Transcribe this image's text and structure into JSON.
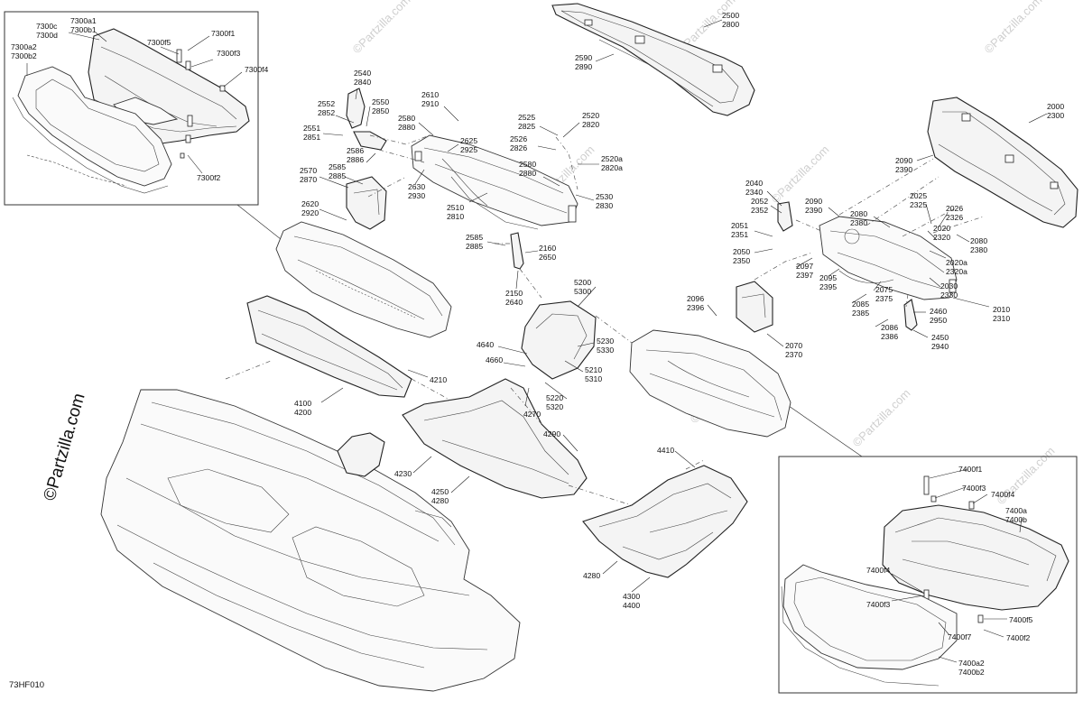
{
  "diagram_code": "73HF010",
  "watermark": "©Partzilla.com",
  "callouts": {
    "c7300c": [
      "7300c",
      "7300d"
    ],
    "c7300a1": [
      "7300a1",
      "7300b1"
    ],
    "c7300a2": [
      "7300a2",
      "7300b2"
    ],
    "c7300f5": [
      "7300f5"
    ],
    "c7300f1": [
      "7300f1"
    ],
    "c7300f3": [
      "7300f3"
    ],
    "c7300f4": [
      "7300f4"
    ],
    "c7300f2": [
      "7300f2"
    ],
    "c2540": [
      "2540",
      "2840"
    ],
    "c2552": [
      "2552",
      "2852"
    ],
    "c2550": [
      "2550",
      "2850"
    ],
    "c2551": [
      "2551",
      "2851"
    ],
    "c2586": [
      "2586",
      "2886"
    ],
    "c2585a": [
      "2585",
      "2885"
    ],
    "c2570": [
      "2570",
      "2870"
    ],
    "c2620": [
      "2620",
      "2920"
    ],
    "c2610": [
      "2610",
      "2910"
    ],
    "c2580a": [
      "2580",
      "2880"
    ],
    "c2625": [
      "2625",
      "2925"
    ],
    "c2630": [
      "2630",
      "2930"
    ],
    "c2510": [
      "2510",
      "2810"
    ],
    "c2525": [
      "2525",
      "2825"
    ],
    "c2520": [
      "2520",
      "2820"
    ],
    "c2526": [
      "2526",
      "2826"
    ],
    "c2520a": [
      "2520a",
      "2820a"
    ],
    "c2580b": [
      "2580",
      "2880"
    ],
    "c2530": [
      "2530",
      "2830"
    ],
    "c2585b": [
      "2585",
      "2885"
    ],
    "c2160": [
      "2160",
      "2650"
    ],
    "c2150": [
      "2150",
      "2640"
    ],
    "c2590": [
      "2590",
      "2890"
    ],
    "c2500": [
      "2500",
      "2800"
    ],
    "c2000": [
      "2000",
      "2300"
    ],
    "c2090a": [
      "2090",
      "2390"
    ],
    "c2040": [
      "2040",
      "2340"
    ],
    "c2052": [
      "2052",
      "2352"
    ],
    "c2090b": [
      "2090",
      "2390"
    ],
    "c2025": [
      "2025",
      "2325"
    ],
    "c2080a": [
      "2080",
      "2380"
    ],
    "c2026": [
      "2026",
      "2326"
    ],
    "c2020": [
      "2020",
      "2320"
    ],
    "c2051": [
      "2051",
      "2351"
    ],
    "c2050": [
      "2050",
      "2350"
    ],
    "c2080b": [
      "2080",
      "2380"
    ],
    "c2097": [
      "2097",
      "2397"
    ],
    "c2095": [
      "2095",
      "2395"
    ],
    "c2020a": [
      "2020a",
      "2320a"
    ],
    "c2075": [
      "2075",
      "2375"
    ],
    "c2030": [
      "2030",
      "2330"
    ],
    "c2085": [
      "2085",
      "2385"
    ],
    "c2010": [
      "2010",
      "2310"
    ],
    "c2460": [
      "2460",
      "2950"
    ],
    "c2086": [
      "2086",
      "2386"
    ],
    "c2450": [
      "2450",
      "2940"
    ],
    "c2096": [
      "2096",
      "2396"
    ],
    "c2070": [
      "2070",
      "2370"
    ],
    "c5200": [
      "5200",
      "5300"
    ],
    "c5230": [
      "5230",
      "5330"
    ],
    "c5210": [
      "5210",
      "5310"
    ],
    "c5220": [
      "5220",
      "5320"
    ],
    "c4640": [
      "4640"
    ],
    "c4660": [
      "4660"
    ],
    "c4270": [
      "4270"
    ],
    "c4210": [
      "4210"
    ],
    "c4100": [
      "4100",
      "4200"
    ],
    "c4290": [
      "4290"
    ],
    "c4230": [
      "4230"
    ],
    "c4250": [
      "4250",
      "4280"
    ],
    "c4410": [
      "4410"
    ],
    "c4280": [
      "4280"
    ],
    "c4300": [
      "4300",
      "4400"
    ],
    "c7400f1": [
      "7400f1"
    ],
    "c7400f3a": [
      "7400f3"
    ],
    "c7400f4a": [
      "7400f4"
    ],
    "c7400a": [
      "7400a",
      "7400b"
    ],
    "c7400f4b": [
      "7400f4"
    ],
    "c7400f3b": [
      "7400f3"
    ],
    "c7400f5": [
      "7400f5"
    ],
    "c7400f7": [
      "7400f7"
    ],
    "c7400f2": [
      "7400f2"
    ],
    "c7400a2": [
      "7400a2",
      "7400b2"
    ]
  }
}
